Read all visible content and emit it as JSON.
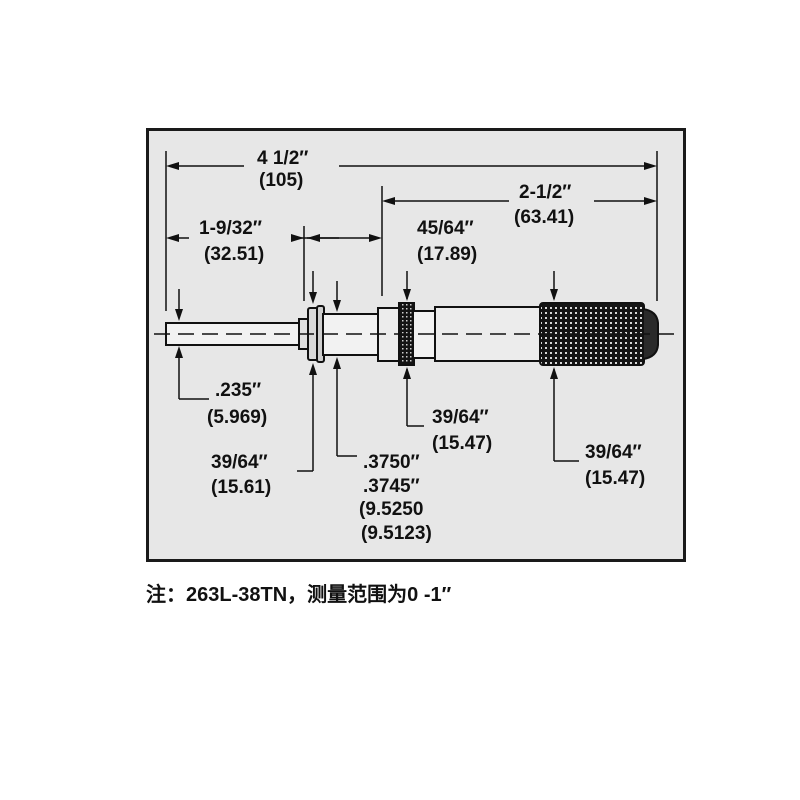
{
  "dimensions": {
    "overall_length": {
      "inch": "4 1/2″",
      "mm": "(105)"
    },
    "spindle_length": {
      "inch": "1-9/32″",
      "mm": "(32.51)"
    },
    "barrel_length": {
      "inch": "45/64″",
      "mm": "(17.89)"
    },
    "thimble_length": {
      "inch": "2-1/2″",
      "mm": "(63.41)"
    },
    "spindle_diameter": {
      "inch": ".235″",
      "mm": "(5.969)"
    },
    "collar_diameter": {
      "inch": "39/64″",
      "mm": "(15.61)"
    },
    "stem_diameter": {
      "inch_max": ".3750″",
      "inch_min": ".3745″",
      "mm_max": "(9.5250",
      "mm_min": "(9.5123)"
    },
    "nut_diameter": {
      "inch": "39/64″",
      "mm": "(15.47)"
    },
    "knob_diameter": {
      "inch": "39/64″",
      "mm": "(15.47)"
    }
  },
  "note": "注：263L-38TN，测量范围为0 -1″",
  "colors": {
    "frame_bg": "#e7e7e7",
    "ink": "#111111",
    "border": "#1a1a1a"
  }
}
